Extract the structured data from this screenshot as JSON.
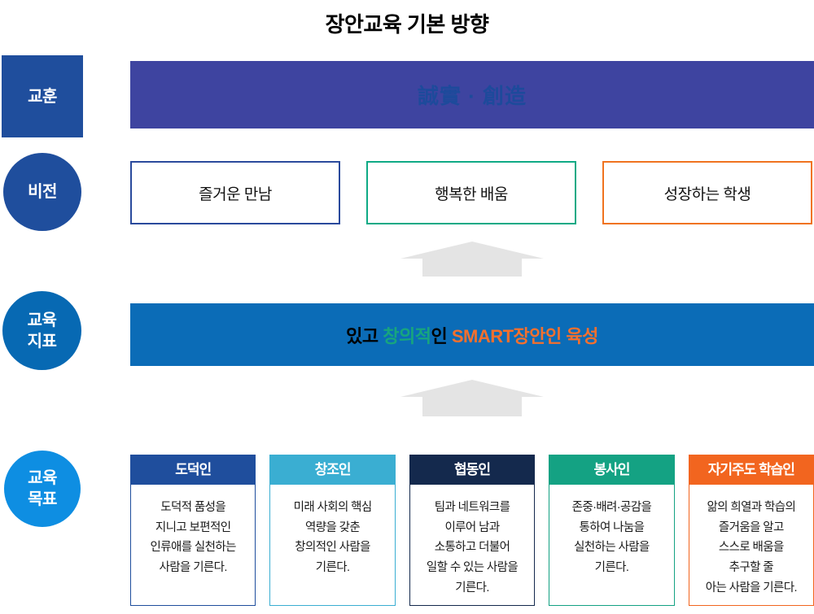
{
  "title": "장안교육 기본 방향",
  "left_labels": {
    "motto": "교훈",
    "vision": "비전",
    "indicator": "교육\n지표",
    "goal": "교육\n목표"
  },
  "motto": {
    "text": "誠實 · 創造"
  },
  "vision": {
    "boxes": [
      {
        "text": "즐거운 만남",
        "border_color": "#2a4a9c"
      },
      {
        "text": "행복한 배움",
        "border_color": "#0faa85"
      },
      {
        "text": "성장하는 학생",
        "border_color": "#f0731f"
      }
    ]
  },
  "indicator": {
    "segments": [
      {
        "text": "있고 ",
        "color": "#000000"
      },
      {
        "text": "창의적",
        "color": "#17a57e"
      },
      {
        "text": "인 ",
        "color": "#000000"
      },
      {
        "text": "SMART장안인 육성",
        "color": "#f4702e"
      }
    ]
  },
  "goal_cards": [
    {
      "title": "도덕인",
      "color": "#1f4e9d",
      "body": "도덕적 품성을\n지니고 보편적인\n인류애를 실천하는\n사람을 기른다."
    },
    {
      "title": "창조인",
      "color": "#3aaed2",
      "body": "미래 사회의 핵심\n역량을 갖춘\n창의적인 사람을\n기른다."
    },
    {
      "title": "협동인",
      "color": "#14294d",
      "body": "팀과 네트워크를\n이루어 남과\n소통하고 더불어\n일할 수 있는 사람을\n기른다."
    },
    {
      "title": "봉사인",
      "color": "#14a283",
      "body": "존중·배려·공감을\n통하여 나눔을\n실천하는 사람을\n기른다."
    },
    {
      "title": "자기주도 학습인",
      "color": "#f2651f",
      "body": "앎의 희열과 학습의\n즐거움을 알고\n스스로 배움을\n추구할 줄\n아는 사람을 기른다."
    }
  ],
  "colors": {
    "royal_blue": "#1f4e9d",
    "purple_banner": "#3e44a0",
    "motto_text": "#1d4a9b",
    "blue_banner": "#0b6cb7",
    "indicator_circle": "#0769b3",
    "goal_circle": "#0e8ee2",
    "arrow": "#e4e4e4"
  }
}
